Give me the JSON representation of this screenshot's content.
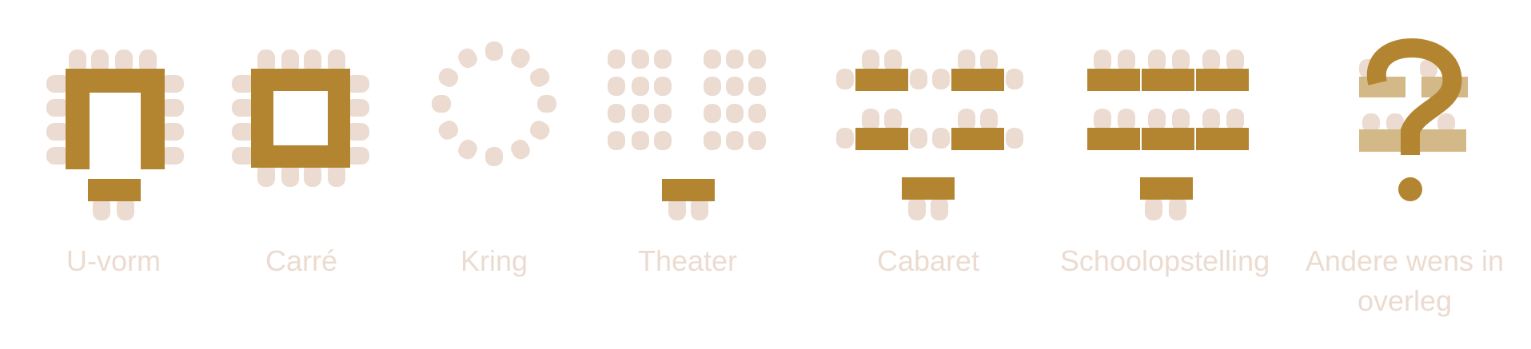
{
  "colors": {
    "table": "#b38530",
    "chair": "#ebdbd0",
    "muted_table": "#d3b888",
    "label_text": "#ebdbd0",
    "background": "#ffffff"
  },
  "layouts": [
    {
      "id": "u-vorm",
      "label": "U-vorm",
      "icon": "u-shape-table-icon"
    },
    {
      "id": "carre",
      "label": "Carré",
      "icon": "square-table-icon"
    },
    {
      "id": "kring",
      "label": "Kring",
      "icon": "circle-seating-icon"
    },
    {
      "id": "theater",
      "label": "Theater",
      "icon": "theater-seating-icon"
    },
    {
      "id": "cabaret",
      "label": "Cabaret",
      "icon": "cabaret-tables-icon"
    },
    {
      "id": "schoolopstelling",
      "label": "Schoolopstelling",
      "icon": "classroom-tables-icon"
    },
    {
      "id": "andere-wens",
      "label": "Andere wens in overleg",
      "icon": "question-mark-icon"
    }
  ]
}
